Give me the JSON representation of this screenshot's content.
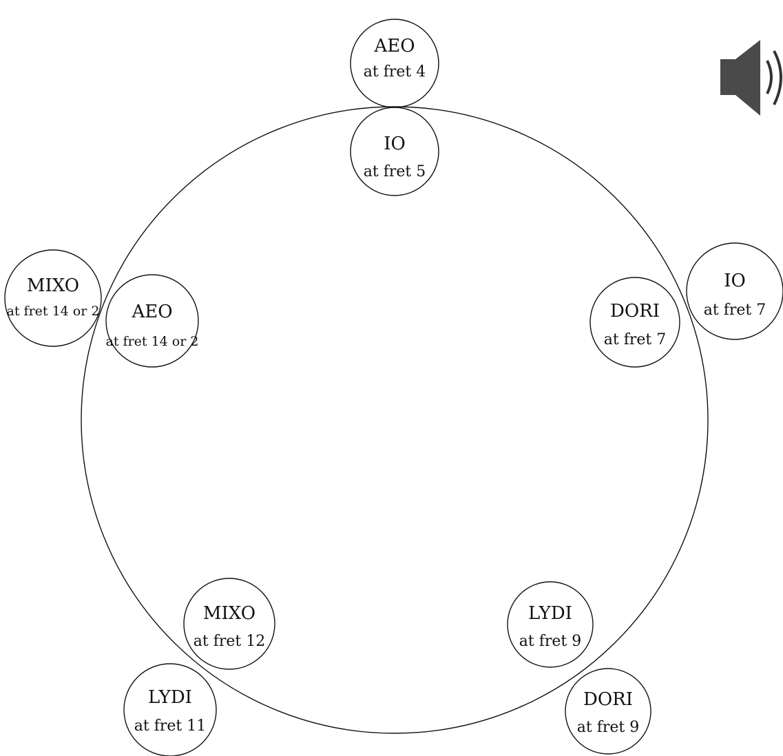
{
  "colors": {
    "stroke": "#111111",
    "speaker": "#4a4a4a",
    "background": "#ffffff"
  },
  "audio_icon": "speaker-icon",
  "nodes": [
    {
      "id": "aeo-top",
      "mode": "AEO",
      "fret": "at fret 4"
    },
    {
      "id": "io-top",
      "mode": "IO",
      "fret": "at fret 5"
    },
    {
      "id": "io-right",
      "mode": "IO",
      "fret": "at fret 7"
    },
    {
      "id": "dori-right",
      "mode": "DORI",
      "fret": "at fret 7"
    },
    {
      "id": "mixo-left",
      "mode": "MIXO",
      "fret": "at fret 14 or 2"
    },
    {
      "id": "aeo-left",
      "mode": "AEO",
      "fret": "at fret 14 or 2"
    },
    {
      "id": "lydi-bottom-right",
      "mode": "LYDI",
      "fret": "at fret 9"
    },
    {
      "id": "dori-bottom-right",
      "mode": "DORI",
      "fret": "at fret 9"
    },
    {
      "id": "mixo-bottom-left",
      "mode": "MIXO",
      "fret": "at fret 12"
    },
    {
      "id": "lydi-bottom-left",
      "mode": "LYDI",
      "fret": "at fret 11"
    }
  ]
}
